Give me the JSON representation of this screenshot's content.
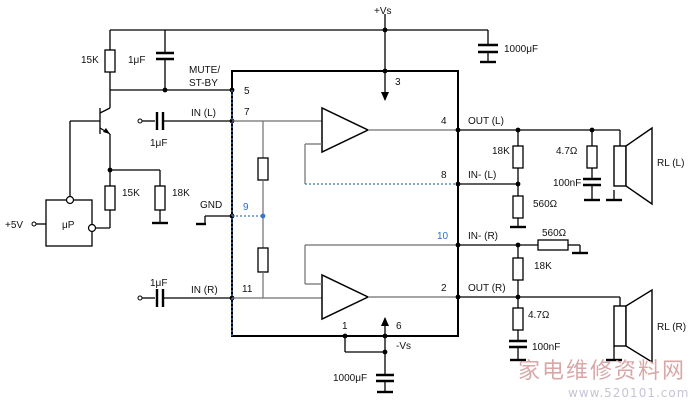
{
  "labels": {
    "vs_top": "+Vs",
    "vs_bottom": "-Vs",
    "r_15k_top": "15K",
    "c_1uf_top": "1μF",
    "mute_line1": "MUTE/",
    "mute_line2": "ST-BY",
    "pin5": "5",
    "pin7": "7",
    "pin3": "3",
    "pin4": "4",
    "pin8": "8",
    "pin9": "9",
    "pin10": "10",
    "pin11": "11",
    "pin2": "2",
    "pin1": "1",
    "pin6": "6",
    "in_l": "IN (L)",
    "in_r": "IN (R)",
    "c_in_l": "1μF",
    "c_in_r": "1μF",
    "r_15k_mid": "15K",
    "r_18k_left": "18K",
    "plus5v": "+5V",
    "up": "μP",
    "gnd": "GND",
    "out_l": "OUT (L)",
    "out_r": "OUT (R)",
    "in_minus_l": "IN- (L)",
    "in_minus_r": "IN- (R)",
    "r_18k_l": "18K",
    "r_560_l": "560Ω",
    "r_560_r": "560Ω",
    "r_18k_r": "18K",
    "r_47_l": "4.7Ω",
    "c_100nf_l": "100nF",
    "r_47_r": "4.7Ω",
    "c_100nf_r": "100nF",
    "rl_l": "RL (L)",
    "rl_r": "RL (R)",
    "c_1000uf_top": "1000μF",
    "c_1000uf_bottom": "1000μF"
  },
  "watermark": {
    "site_name": "家电维修资料网",
    "url": "www.520101.com"
  }
}
